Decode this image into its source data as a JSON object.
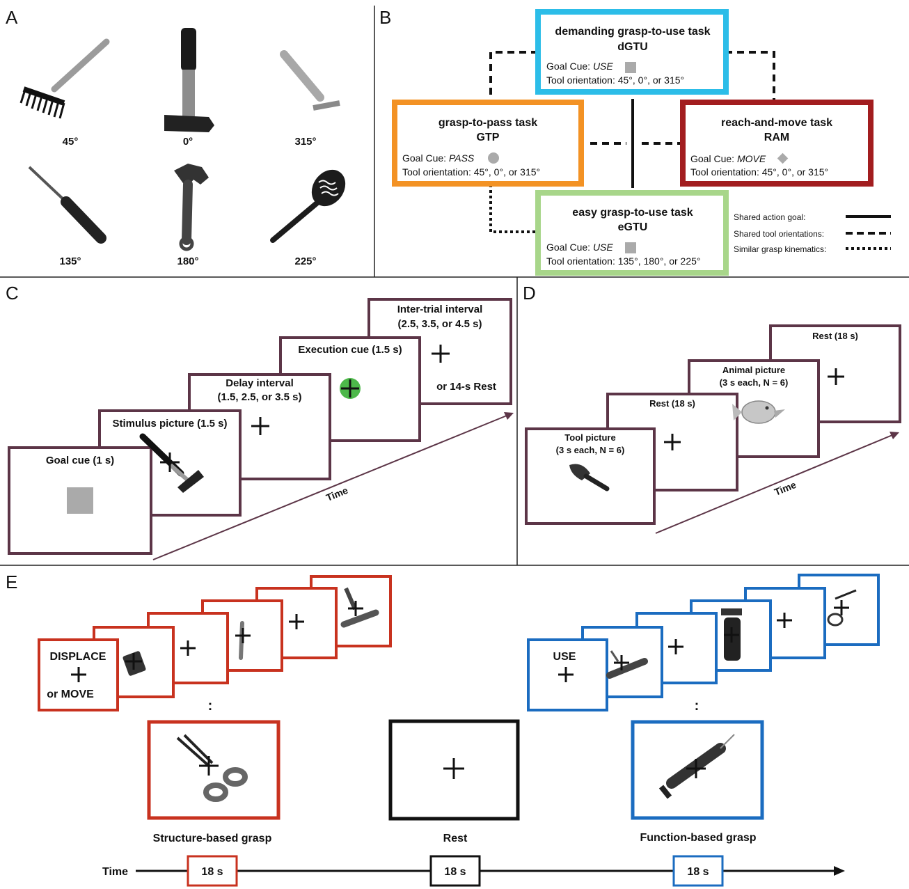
{
  "panels": {
    "a": "A",
    "b": "B",
    "c": "C",
    "d": "D",
    "e": "E"
  },
  "panel_a": {
    "tools": [
      {
        "icon": "rake-icon",
        "angle": "45°"
      },
      {
        "icon": "hammer-icon",
        "angle": "0°"
      },
      {
        "icon": "razor-icon",
        "angle": "315°"
      },
      {
        "icon": "screwdriver-icon",
        "angle": "135°"
      },
      {
        "icon": "wrench-icon",
        "angle": "180°"
      },
      {
        "icon": "spatula-icon",
        "angle": "225°"
      }
    ]
  },
  "panel_b": {
    "colors": {
      "dgtu": "#2cbde8",
      "gtp": "#f39224",
      "ram": "#a21d1f",
      "egtu": "#a8d68a"
    },
    "dgtu": {
      "title": "demanding grasp-to-use task",
      "abbr": "dGTU",
      "cue_prefix": "Goal Cue: ",
      "cue_word": "USE",
      "orientation": "Tool orientation: 45°, 0°, or 315°"
    },
    "gtp": {
      "title": "grasp-to-pass task",
      "abbr": "GTP",
      "cue_prefix": "Goal Cue: ",
      "cue_word": "PASS",
      "orientation": "Tool orientation: 45°, 0°, or 315°"
    },
    "ram": {
      "title": "reach-and-move task",
      "abbr": "RAM",
      "cue_prefix": "Goal Cue: ",
      "cue_word": "MOVE",
      "orientation": "Tool orientation: 45°, 0°, or 315°"
    },
    "egtu": {
      "title": "easy grasp-to-use task",
      "abbr": "eGTU",
      "cue_prefix": "Goal Cue: ",
      "cue_word": "USE",
      "orientation": "Tool orientation: 135°, 180°, or 225°"
    },
    "legend": [
      "Shared action goal:",
      "Shared tool orientations:",
      "Similar grasp kinematics:"
    ]
  },
  "panel_c": {
    "frame_color": "#5c3547",
    "frames": [
      "Goal cue (1 s)",
      "Stimulus picture (1.5 s)",
      "Delay interval",
      "(1.5, 2.5, or 3.5 s)",
      "Execution cue (1.5 s)",
      "Inter-trial interval",
      "(2.5, 3.5, or 4.5 s)",
      "or 14-s Rest"
    ],
    "time_label": "Time"
  },
  "panel_d": {
    "frames": [
      "Tool picture",
      "(3 s each,  N = 6)",
      "Rest (18 s)",
      "Animal picture",
      "(3 s each, N = 6)",
      "Rest (18 s)"
    ],
    "time_label": "Time"
  },
  "panel_e": {
    "colors": {
      "structure": "#c8321f",
      "function": "#1b6cc0",
      "rest": "#111111"
    },
    "structure_cue": [
      "DISPLACE",
      "or MOVE"
    ],
    "function_cue": "USE",
    "dots": ":",
    "labels": [
      "Structure-based grasp",
      "Rest",
      "Function-based grasp"
    ],
    "time_label": "Time",
    "durations": [
      "18 s",
      "18 s",
      "18 s"
    ]
  }
}
